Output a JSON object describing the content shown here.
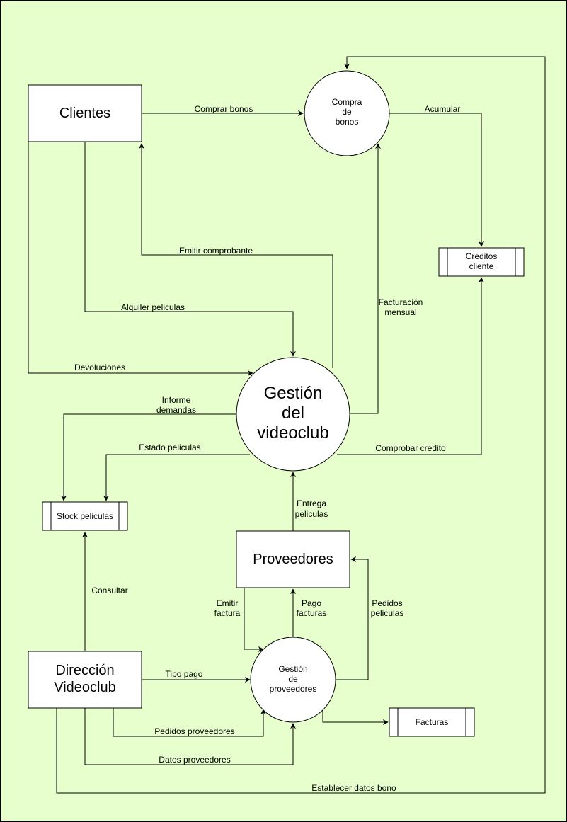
{
  "colors": {
    "background": "#e6ffcc",
    "stroke": "#000000",
    "fill": "#ffffff"
  },
  "entities": {
    "clientes": "Clientes",
    "proveedores": "Proveedores",
    "direccion": [
      "Dirección",
      "Videoclub"
    ]
  },
  "processes": {
    "compra_bonos": [
      "Compra",
      "de",
      "bonos"
    ],
    "gestion_videoclub": [
      "Gestión",
      "del",
      "videoclub"
    ],
    "gestion_proveedores": [
      "Gestión",
      "de",
      "proveedores"
    ]
  },
  "stores": {
    "creditos_cliente": [
      "Creditos",
      "cliente"
    ],
    "stock_peliculas": "Stock peliculas",
    "facturas": "Facturas"
  },
  "flows": {
    "comprar_bonos": "Comprar bonos",
    "acumular": "Acumular",
    "emitir_comprobante": "Emitir comprobante",
    "alquiler_peliculas": "Alquiler peliculas",
    "facturacion_mensual": [
      "Facturación",
      "mensual"
    ],
    "devoluciones": "Devoluciones",
    "informe_demandas": [
      "Informe",
      "demandas"
    ],
    "estado_peliculas": "Estado peliculas",
    "comprobar_credito": "Comprobar credito",
    "entrega_peliculas": [
      "Entrega",
      "peliculas"
    ],
    "consultar": "Consultar",
    "emitir_factura": [
      "Emitir",
      "factura"
    ],
    "pago_facturas": [
      "Pago",
      "facturas"
    ],
    "pedidos_peliculas": [
      "Pedidos",
      "peliculas"
    ],
    "tipo_pago": "Tipo pago",
    "pedidos_proveedores": "Pedidos proveedores",
    "datos_proveedores": "Datos proveedores",
    "establecer_datos_bono": "Establecer datos bono"
  }
}
